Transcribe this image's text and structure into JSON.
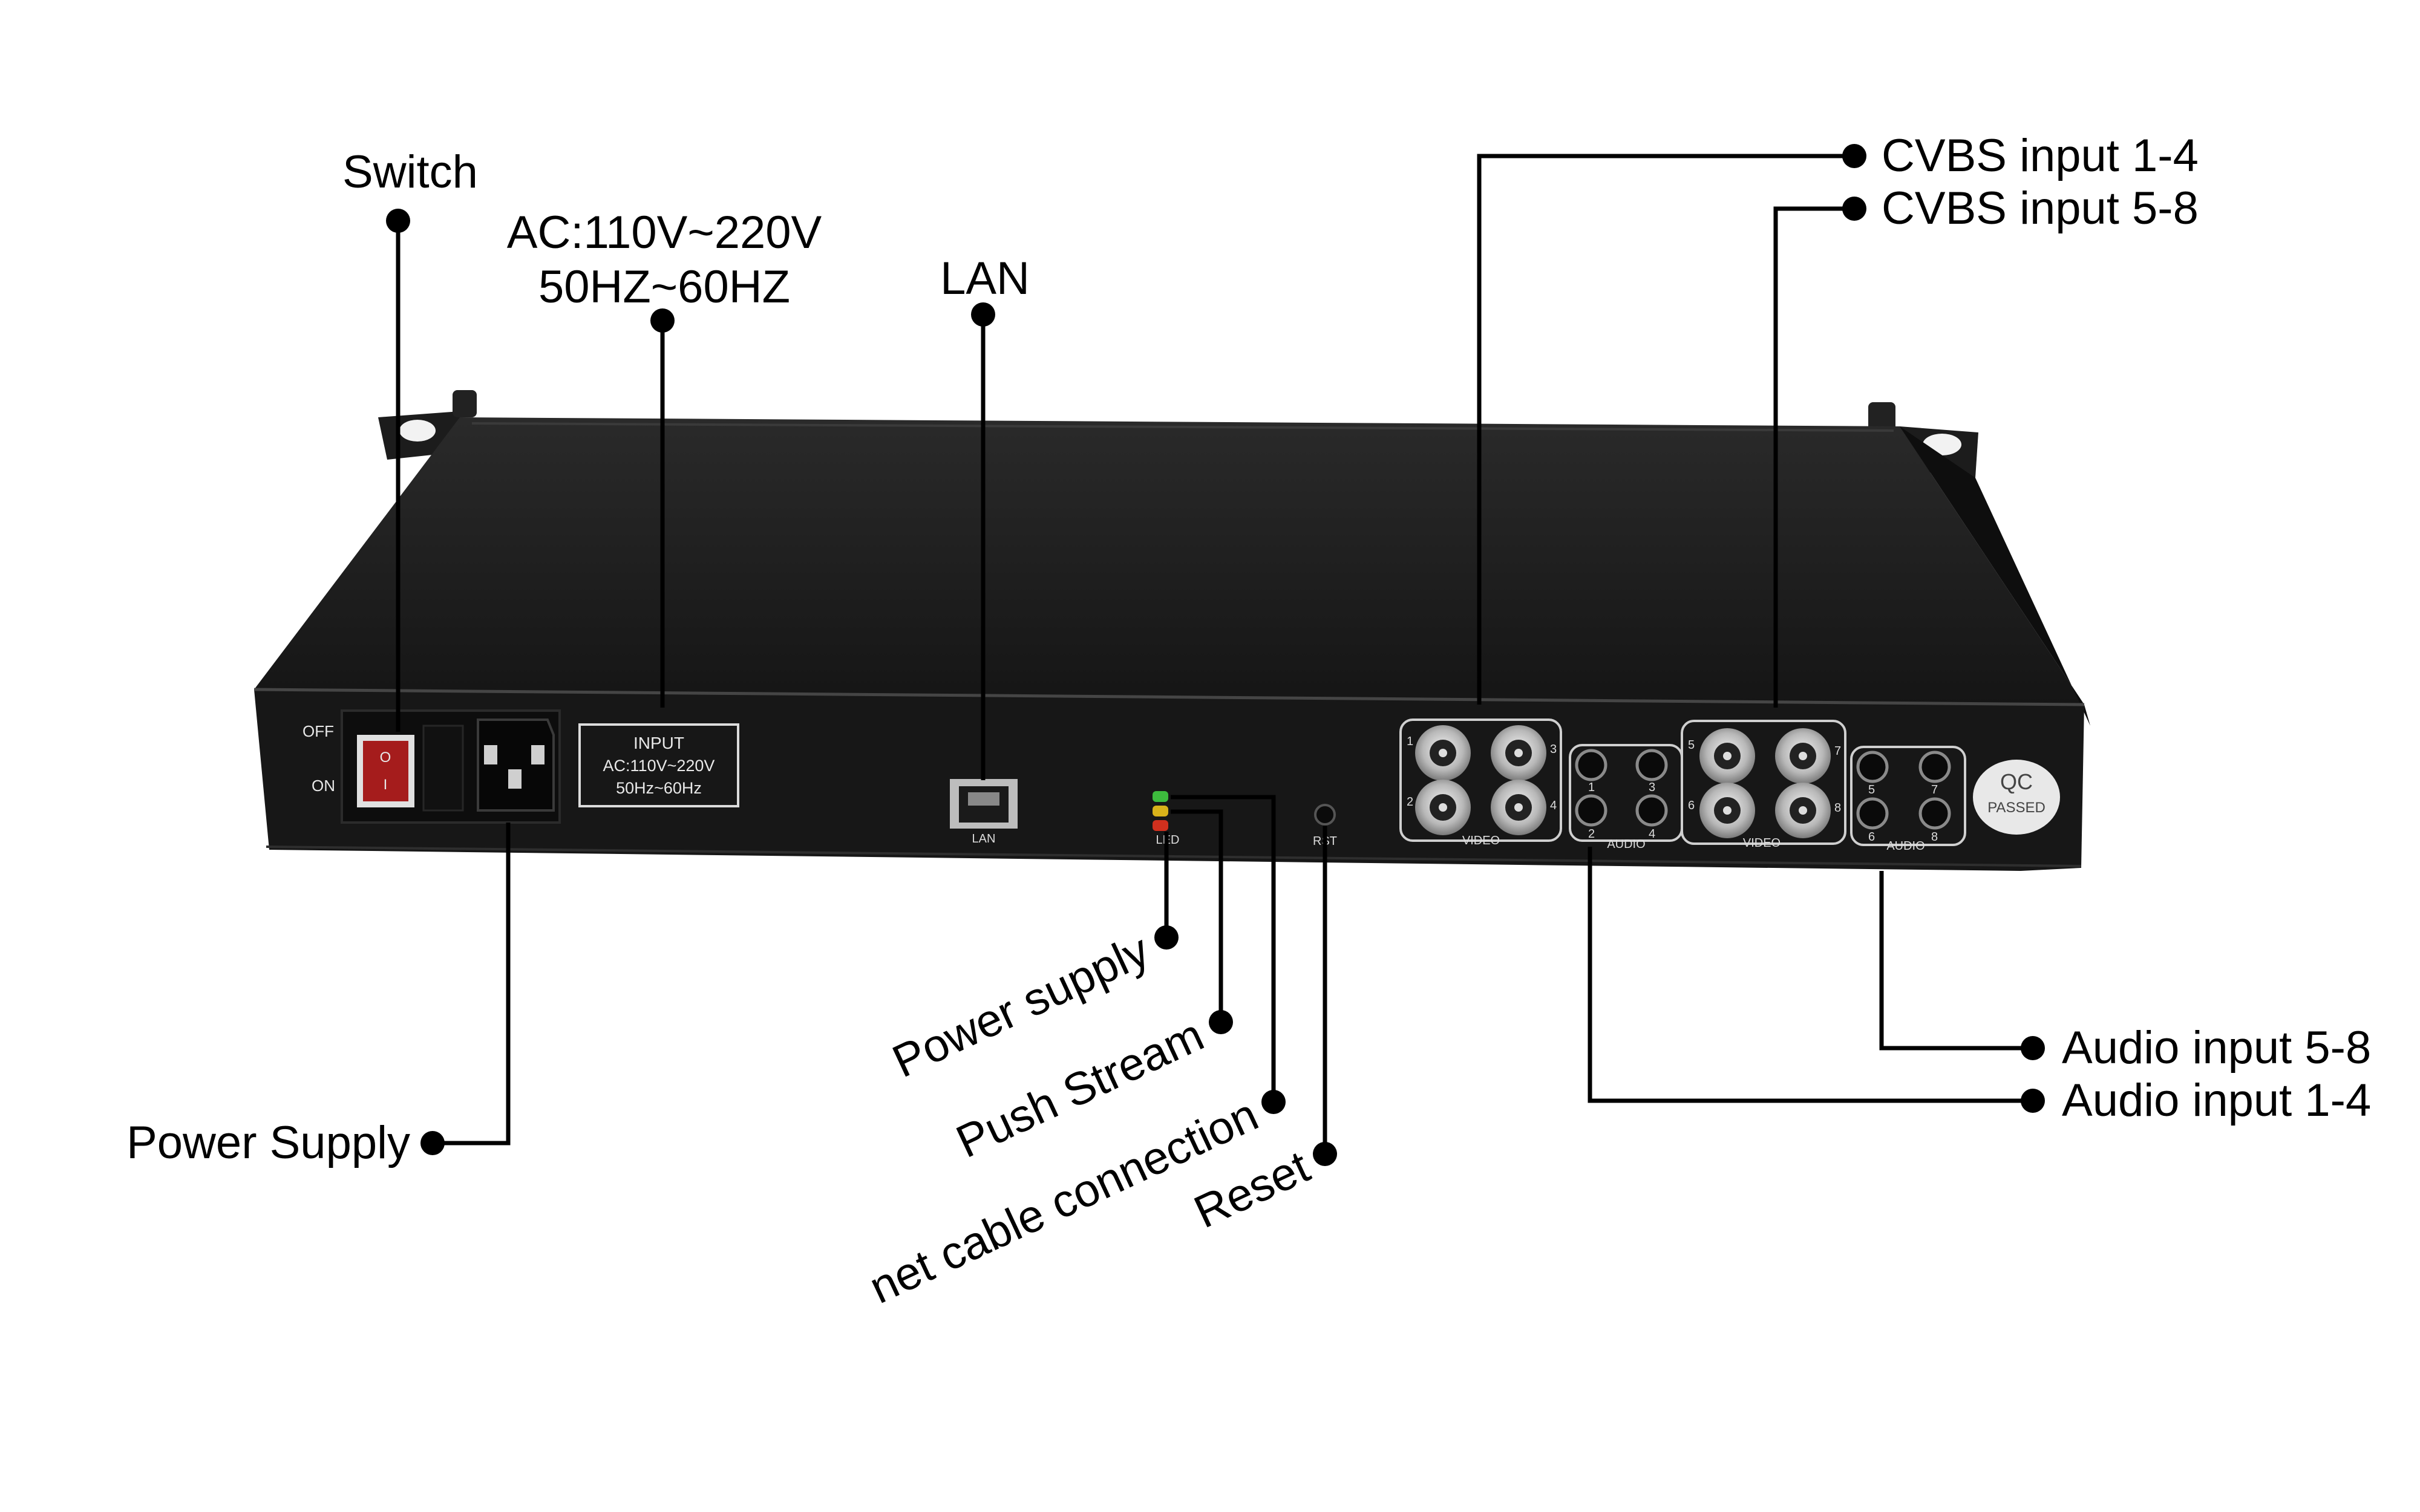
{
  "callouts": {
    "switch": "Switch",
    "ac_line1": "AC:110V~220V",
    "ac_line2": "50HZ~60HZ",
    "lan": "LAN",
    "cvbs_1_4": "CVBS input 1-4",
    "cvbs_5_8": "CVBS input 5-8",
    "power_supply": "Power Supply",
    "led_power": "Power supply",
    "led_push": "Push Stream",
    "led_net": "net cable connection",
    "reset": "Reset",
    "audio_5_8": "Audio input 5-8",
    "audio_1_4": "Audio input 1-4"
  },
  "panel": {
    "off": "OFF",
    "on": "ON",
    "rocker_o": "O",
    "rocker_i": "I",
    "input_title": "INPUT",
    "input_voltage": "AC:110V~220V",
    "input_freq": "50Hz~60Hz",
    "lan_port_label": "LAN",
    "led_label": "LED",
    "rst_label": "RST",
    "video_label": "VIDEO",
    "audio_label": "AUDIO",
    "group1_video_numbers": [
      "1",
      "3",
      "2",
      "4"
    ],
    "group1_audio_numbers": [
      "1",
      "3",
      "2",
      "4"
    ],
    "group2_video_numbers": [
      "5",
      "7",
      "6",
      "8"
    ],
    "group2_audio_numbers": [
      "5",
      "7",
      "6",
      "8"
    ],
    "qc_top": "QC",
    "qc_bottom": "PASSED"
  },
  "colors": {
    "chassis_top": "#1e1e1e",
    "chassis_front": "#161616",
    "leader": "#000000",
    "led_green": "#3dbb3d",
    "led_yellow": "#d8b21a",
    "led_red": "#d0301e",
    "rocker_red": "#a51c1c"
  }
}
